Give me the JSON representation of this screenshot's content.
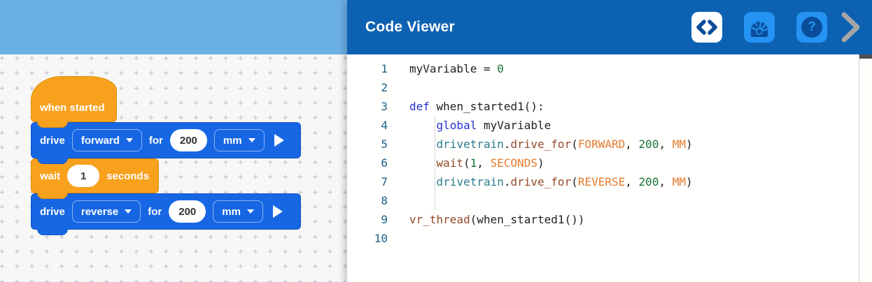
{
  "workspace": {
    "blocks": {
      "hat": {
        "label": "when started"
      },
      "drive_forward": {
        "verb": "drive",
        "direction": "forward",
        "preposition": "for",
        "distance": "200",
        "unit": "mm"
      },
      "wait": {
        "verb": "wait",
        "duration": "1",
        "unit_label": "seconds"
      },
      "drive_reverse": {
        "verb": "drive",
        "direction": "reverse",
        "preposition": "for",
        "distance": "200",
        "unit": "mm"
      }
    }
  },
  "code_viewer": {
    "title": "Code Viewer",
    "toolbar_icons": [
      {
        "name": "code-view-icon",
        "state": "active"
      },
      {
        "name": "gauge-monitor-icon",
        "state": "normal"
      },
      {
        "name": "help-icon",
        "state": "normal",
        "glyph": "?"
      },
      {
        "name": "collapse-chevron-icon",
        "state": "normal"
      }
    ],
    "colors": {
      "header": "#0d61b2",
      "icon_button": "#2493f2",
      "icon_glyph": "#0b4d9a",
      "toolbar_band": "#6cb1e6",
      "block_blue": "#1767e4",
      "block_orange": "#f7a11d",
      "keyword": "#2430d4",
      "object": "#2b7a8c",
      "function": "#94492a",
      "constant": "#e57a2d",
      "number": "#16743a",
      "line_number": "#1d6187"
    },
    "lines": [
      {
        "num": "1",
        "guide": false,
        "tokens": [
          {
            "c": "p",
            "t": "myVariable = "
          },
          {
            "c": "n",
            "t": "0"
          }
        ]
      },
      {
        "num": "2",
        "guide": false,
        "tokens": []
      },
      {
        "num": "3",
        "guide": false,
        "tokens": [
          {
            "c": "k",
            "t": "def"
          },
          {
            "c": "p",
            "t": " when_started1():"
          }
        ]
      },
      {
        "num": "4",
        "guide": true,
        "tokens": [
          {
            "c": "p",
            "t": "    "
          },
          {
            "c": "k",
            "t": "global"
          },
          {
            "c": "p",
            "t": " myVariable"
          }
        ]
      },
      {
        "num": "5",
        "guide": true,
        "tokens": [
          {
            "c": "p",
            "t": "    "
          },
          {
            "c": "o",
            "t": "drivetrain"
          },
          {
            "c": "p",
            "t": "."
          },
          {
            "c": "f",
            "t": "drive_for"
          },
          {
            "c": "p",
            "t": "("
          },
          {
            "c": "c",
            "t": "FORWARD"
          },
          {
            "c": "p",
            "t": ", "
          },
          {
            "c": "n",
            "t": "200"
          },
          {
            "c": "p",
            "t": ", "
          },
          {
            "c": "c",
            "t": "MM"
          },
          {
            "c": "p",
            "t": ")"
          }
        ]
      },
      {
        "num": "6",
        "guide": true,
        "tokens": [
          {
            "c": "p",
            "t": "    "
          },
          {
            "c": "f",
            "t": "wait"
          },
          {
            "c": "p",
            "t": "("
          },
          {
            "c": "n",
            "t": "1"
          },
          {
            "c": "p",
            "t": ", "
          },
          {
            "c": "c",
            "t": "SECONDS"
          },
          {
            "c": "p",
            "t": ")"
          }
        ]
      },
      {
        "num": "7",
        "guide": true,
        "tokens": [
          {
            "c": "p",
            "t": "    "
          },
          {
            "c": "o",
            "t": "drivetrain"
          },
          {
            "c": "p",
            "t": "."
          },
          {
            "c": "f",
            "t": "drive_for"
          },
          {
            "c": "p",
            "t": "("
          },
          {
            "c": "c",
            "t": "REVERSE"
          },
          {
            "c": "p",
            "t": ", "
          },
          {
            "c": "n",
            "t": "200"
          },
          {
            "c": "p",
            "t": ", "
          },
          {
            "c": "c",
            "t": "MM"
          },
          {
            "c": "p",
            "t": ")"
          }
        ]
      },
      {
        "num": "8",
        "guide": true,
        "tokens": []
      },
      {
        "num": "9",
        "guide": false,
        "tokens": [
          {
            "c": "f",
            "t": "vr_thread"
          },
          {
            "c": "p",
            "t": "(when_started1())"
          }
        ]
      },
      {
        "num": "10",
        "guide": false,
        "tokens": []
      }
    ]
  }
}
